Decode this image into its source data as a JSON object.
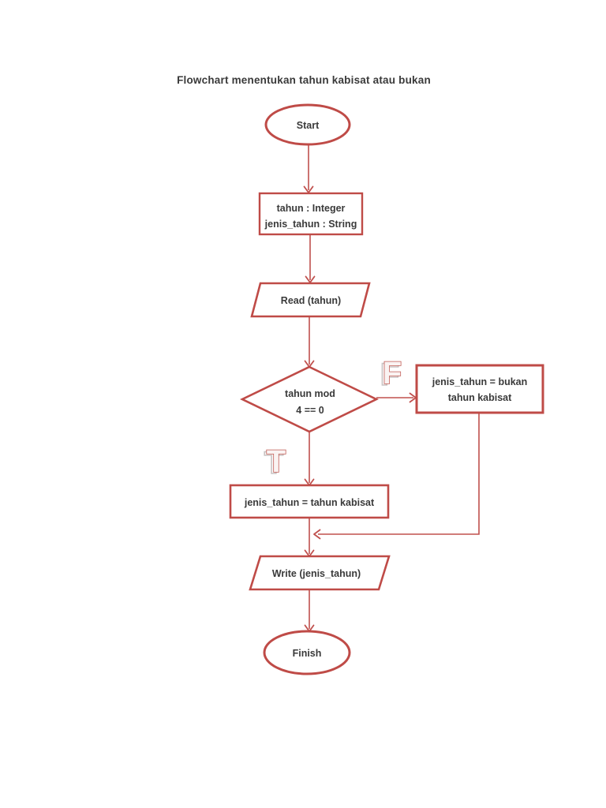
{
  "title": "Flowchart menentukan tahun kabisat atau bukan",
  "colors": {
    "page_background": "#ffffff",
    "shape_border": "#bf4b47",
    "connector": "#c0504d",
    "label_text": "#3a3a3a",
    "branch_letter_fill": "#faf3f2",
    "branch_letter_stroke": "#c05a54",
    "branch_letter_shadow": "#c9c4c4"
  },
  "nodes": {
    "start": {
      "type": "terminator",
      "label": "Start"
    },
    "declare": {
      "type": "process",
      "line1": "tahun : Integer",
      "line2": "jenis_tahun : String"
    },
    "read": {
      "type": "input",
      "label": "Read (tahun)"
    },
    "decision": {
      "type": "decision",
      "line1": "tahun mod",
      "line2": "4 == 0"
    },
    "false_branch": {
      "type": "process",
      "line1": "jenis_tahun = bukan",
      "line2": "tahun kabisat"
    },
    "true_branch": {
      "type": "process",
      "label": "jenis_tahun = tahun kabisat"
    },
    "write": {
      "type": "output",
      "label": "Write (jenis_tahun)"
    },
    "finish": {
      "type": "terminator",
      "label": "Finish"
    }
  },
  "branch_labels": {
    "false_label": "F",
    "true_label": "T"
  }
}
